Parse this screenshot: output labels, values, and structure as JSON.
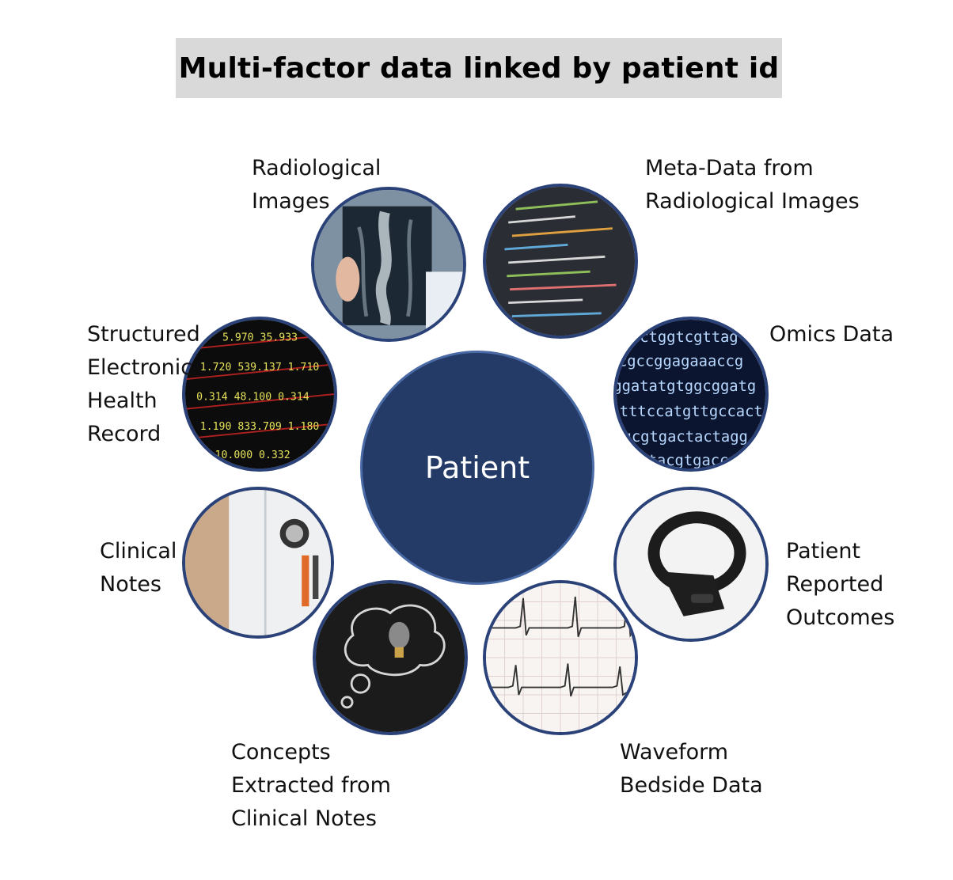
{
  "title": "Multi-factor data linked by patient id",
  "center": {
    "label": "Patient"
  },
  "colors": {
    "node_border": "#2b4279",
    "center_fill": "#243a67",
    "title_bg": "#d9d9d9"
  },
  "nodes": [
    {
      "icon": "xray-image-icon",
      "lines": [
        "Radiological",
        "Images"
      ]
    },
    {
      "icon": "code-screen-icon",
      "lines": [
        "Meta-Data from",
        "Radiological Images"
      ]
    },
    {
      "icon": "dna-sequence-icon",
      "lines": [
        "Omics Data"
      ]
    },
    {
      "icon": "fitness-band-icon",
      "lines": [
        "Patient",
        "Reported",
        "Outcomes"
      ]
    },
    {
      "icon": "ecg-waveform-icon",
      "lines": [
        "Waveform",
        "Bedside Data"
      ]
    },
    {
      "icon": "lightbulb-thought-icon",
      "lines": [
        "Concepts",
        "Extracted from",
        "Clinical Notes"
      ]
    },
    {
      "icon": "doctor-coat-icon",
      "lines": [
        "Clinical",
        "Notes"
      ]
    },
    {
      "icon": "data-table-icon",
      "lines": [
        "Structured",
        "Electronic",
        "Health",
        "Record"
      ]
    }
  ]
}
